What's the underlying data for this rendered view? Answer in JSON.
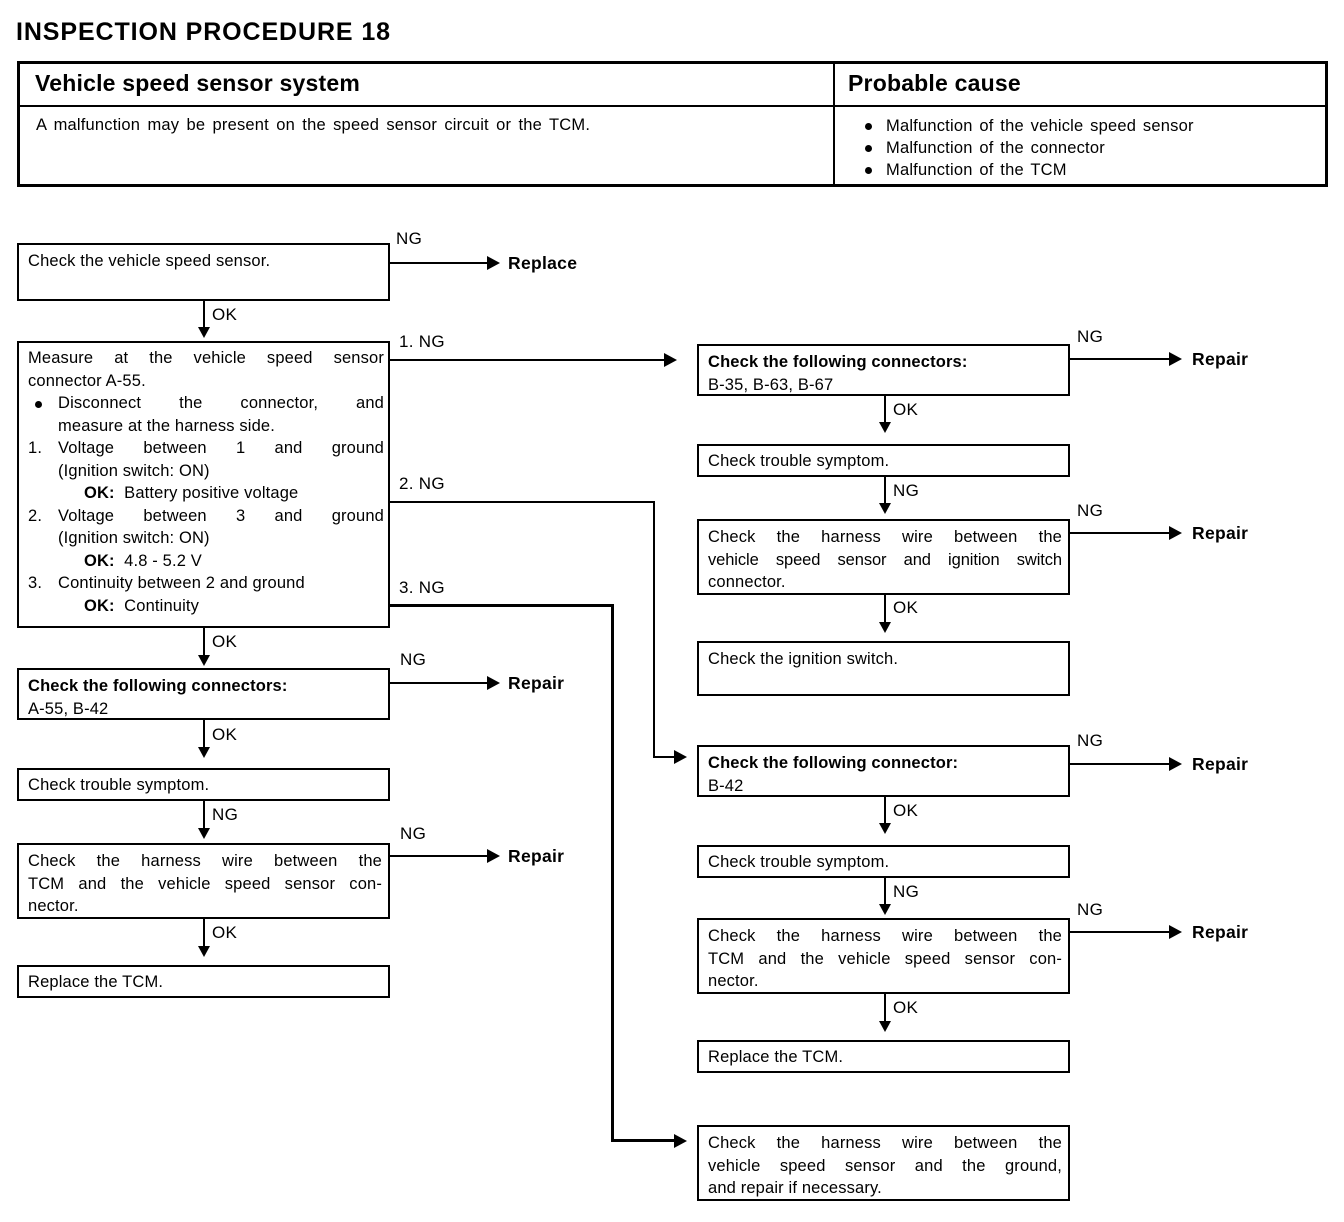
{
  "title": "INSPECTION PROCEDURE 18",
  "table": {
    "header_left": "Vehicle speed sensor system",
    "header_right": "Probable cause",
    "body_left": "A malfunction may be present on the speed sensor circuit or the TCM.",
    "causes": [
      "Malfunction of the vehicle speed sensor",
      "Malfunction of the connector",
      "Malfunction of the TCM"
    ]
  },
  "flow": {
    "left": {
      "box1": "Check the vehicle speed sensor.",
      "box2": {
        "heading_l1": "Measure at the vehicle speed sensor",
        "heading_l2": "connector A-55.",
        "bullet_l1": "Disconnect the connector, and",
        "bullet_l2": "measure at the harness side.",
        "item1_num": "1.",
        "item1_l1": "Voltage between 1 and ground",
        "item1_l2": "(Ignition switch: ON)",
        "item1_ok_label": "OK:",
        "item1_ok_value": "Battery positive voltage",
        "item2_num": "2.",
        "item2_l1": "Voltage between 3 and ground",
        "item2_l2": "(Ignition switch: ON)",
        "item2_ok_label": "OK:",
        "item2_ok_value": "4.8 - 5.2 V",
        "item3_num": "3.",
        "item3_l1": "Continuity between 2 and ground",
        "item3_ok_label": "OK:",
        "item3_ok_value": "Continuity"
      },
      "box3_l1": "Check the following connectors:",
      "box3_l2": "A-55, B-42",
      "box4": "Check trouble symptom.",
      "box5_l1": "Check the harness wire between the",
      "box5_l2": "TCM and the vehicle speed sensor con-",
      "box5_l3": "nector.",
      "box6": "Replace the TCM."
    },
    "right": {
      "box1_l1": "Check the following connectors:",
      "box1_l2": "B-35, B-63, B-67",
      "box2": "Check trouble symptom.",
      "box3_l1": "Check the harness wire between the",
      "box3_l2": "vehicle speed sensor and ignition switch",
      "box3_l3": "connector.",
      "box4": "Check the ignition switch.",
      "box5_l1": "Check the following connector:",
      "box5_l2": "B-42",
      "box6": "Check trouble symptom.",
      "box7_l1": "Check the harness wire between the",
      "box7_l2": "TCM and the vehicle speed sensor con-",
      "box7_l3": "nector.",
      "box8": "Replace the TCM.",
      "box9_l1": "Check the harness wire between the",
      "box9_l2": "vehicle speed sensor and the ground,",
      "box9_l3": "and repair if necessary."
    },
    "edges": {
      "ng": "NG",
      "ok": "OK",
      "ng1": "1. NG",
      "ng2": "2. NG",
      "ng3": "3. NG",
      "replace": "Replace",
      "repair": "Repair"
    }
  }
}
